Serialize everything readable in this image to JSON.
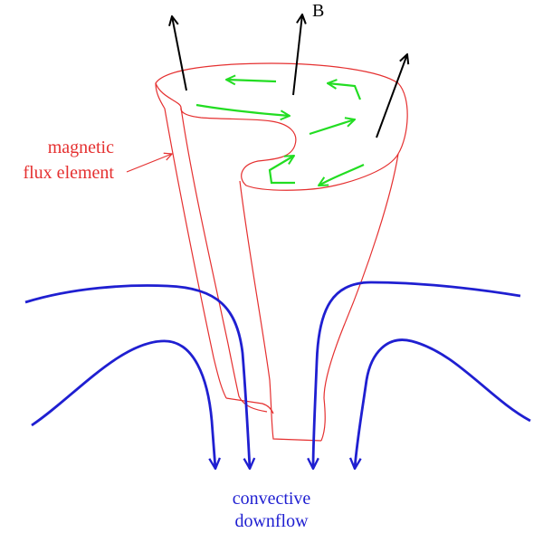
{
  "labels": {
    "field": "B",
    "flux_element_line1": "magnetic",
    "flux_element_line2": "flux element",
    "downflow_line1": "convective",
    "downflow_line2": "downflow"
  },
  "colors": {
    "flux_tube": "#e53030",
    "flow_arrows": "#22dd22",
    "downflow": "#1f1fd1",
    "field_lines": "#000000"
  }
}
